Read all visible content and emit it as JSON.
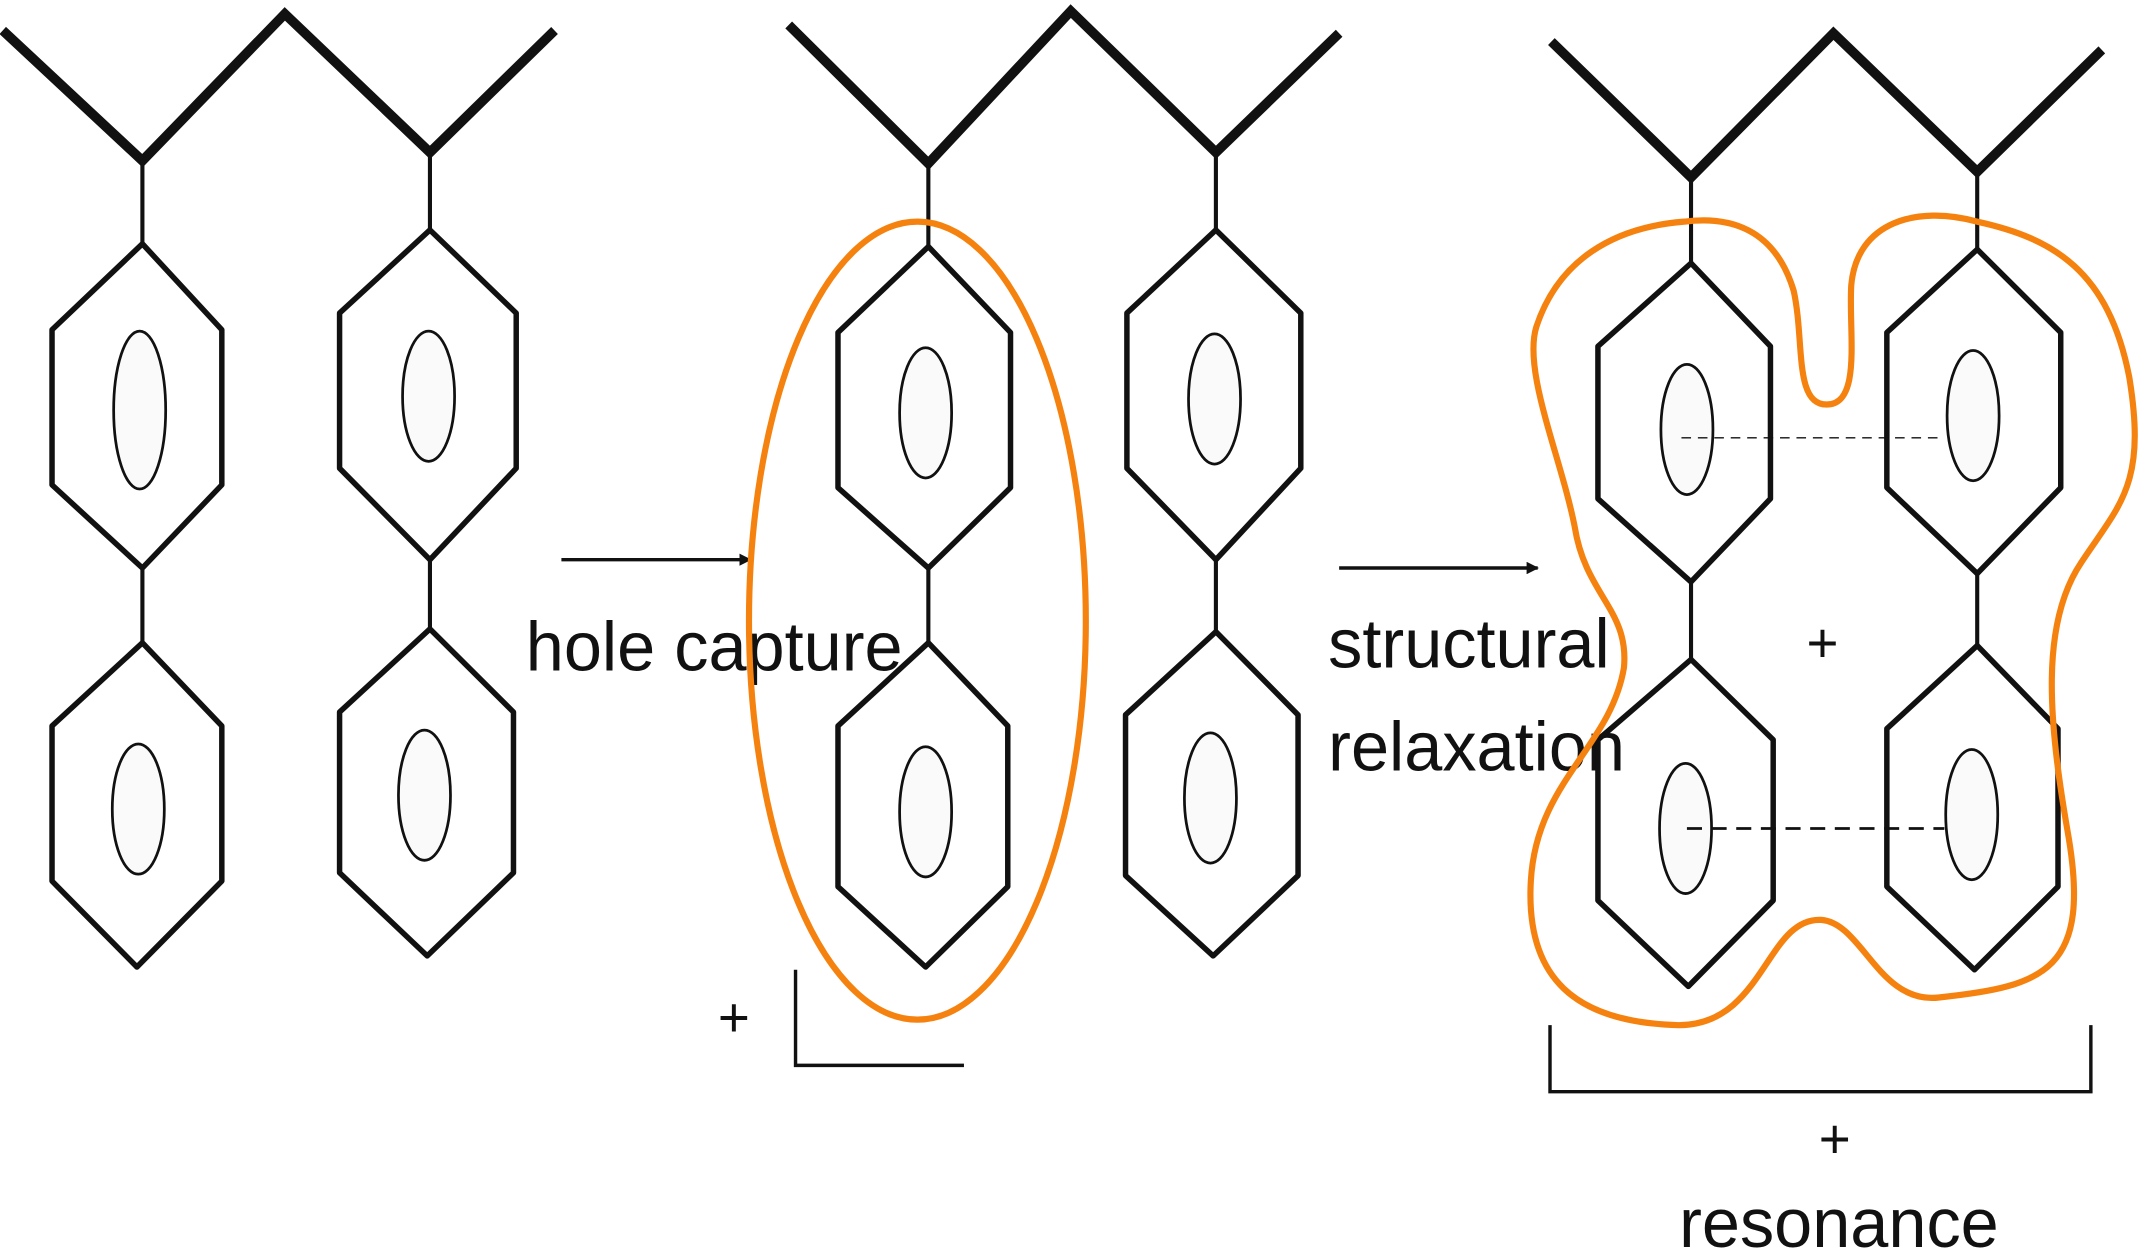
{
  "labels": {
    "step1": "hole capture",
    "step2_line1": "structural",
    "step2_line2": "relaxation",
    "charge_plus": "+",
    "resonance": "resonance"
  },
  "colors": {
    "ink": "#111111",
    "highlight": "#f5820f",
    "ring_fill": "#fafafa"
  }
}
